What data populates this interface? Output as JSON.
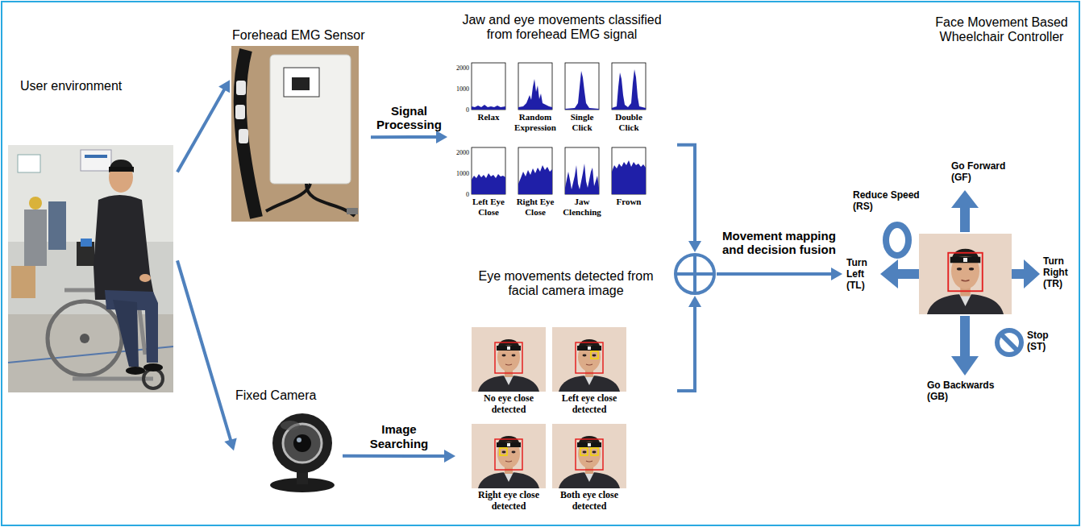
{
  "diagram": {
    "nodes": [
      {
        "text": [
          "User environment"
        ]
      },
      {
        "text": [
          "Forehead EMG Sensor"
        ]
      },
      {
        "text": [
          "Jaw and eye movements classified from forehead EMG signal"
        ]
      },
      {
        "text": [
          "Relax"
        ],
        "in": 2
      },
      {
        "text": [
          "Random Expression"
        ],
        "in": 2
      },
      {
        "text": [
          "Single Click"
        ],
        "in": 2
      },
      {
        "text": [
          "Double Click"
        ],
        "in": 2
      },
      {
        "text": [
          "Left Eye Close"
        ],
        "in": 2
      },
      {
        "text": [
          "Right Eye Close"
        ],
        "in": 2
      },
      {
        "text": [
          "Jaw Clenching"
        ],
        "in": 2
      },
      {
        "text": [
          "Frown"
        ],
        "in": 2
      },
      {
        "text": [
          "Fixed Camera"
        ]
      },
      {
        "text": [
          "Eye movements detected from facial camera image"
        ]
      },
      {
        "text": [
          "No eye close detected"
        ],
        "in": 12
      },
      {
        "text": [
          "Left eye close detected"
        ],
        "in": 12
      },
      {
        "text": [
          "Right eye close detected"
        ],
        "in": 12
      },
      {
        "text": [
          "Both eye close detected"
        ],
        "in": 12
      },
      {
        "text": [
          "Movement mapping and decision fusion"
        ]
      },
      {
        "text": [
          "Face Movement Based Wheelchair Controller"
        ]
      }
    ],
    "edges": [
      {
        "from": 0,
        "to": 1,
        "arrow": "to"
      },
      {
        "from": 0,
        "to": 11,
        "arrow": "to"
      },
      {
        "from": 1,
        "to": 2,
        "label": "Signal Processing",
        "arrow": "to"
      },
      {
        "from": 11,
        "to": 12,
        "label": "Image Searching",
        "arrow": "to"
      },
      {
        "from": 2,
        "to": 17,
        "arrow": "to"
      },
      {
        "from": 12,
        "to": 17,
        "arrow": "to"
      },
      {
        "from": 17,
        "to": 18,
        "arrow": "to"
      }
    ],
    "labels": [
      "2000",
      "1000",
      "0",
      "2000",
      "1000",
      "0",
      "Go Forward (GF)",
      "Reduce Speed (RS)",
      "Turn Left (TL)",
      "Turn Right (TR)",
      "Stop (ST)",
      "Go Backwards (GB)"
    ]
  }
}
